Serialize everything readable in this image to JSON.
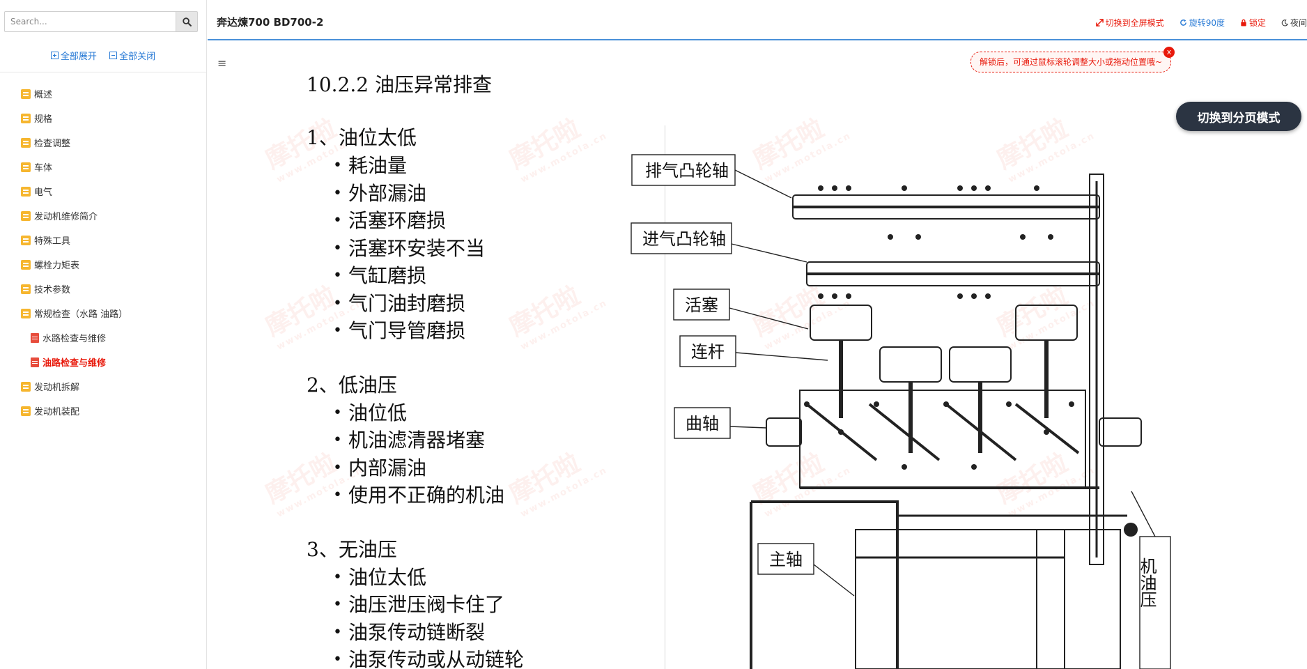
{
  "sidebar": {
    "search": {
      "placeholder": "Search..."
    },
    "expand_all": "全部展开",
    "collapse_all": "全部关闭",
    "items": [
      {
        "label": "概述",
        "type": "folder"
      },
      {
        "label": "规格",
        "type": "folder"
      },
      {
        "label": "检查调整",
        "type": "folder"
      },
      {
        "label": "车体",
        "type": "folder"
      },
      {
        "label": "电气",
        "type": "folder"
      },
      {
        "label": "发动机维修简介",
        "type": "folder"
      },
      {
        "label": "特殊工具",
        "type": "folder"
      },
      {
        "label": "螺栓力矩表",
        "type": "folder"
      },
      {
        "label": "技术参数",
        "type": "folder"
      },
      {
        "label": "常规检查（水路 油路）",
        "type": "folder"
      },
      {
        "label": "水路检查与维修",
        "type": "doc"
      },
      {
        "label": "油路检查与维修",
        "type": "doc",
        "active": true
      },
      {
        "label": "发动机拆解",
        "type": "folder"
      },
      {
        "label": "发动机装配",
        "type": "folder"
      }
    ]
  },
  "header": {
    "title": "奔达煉700 BD700-2",
    "tools": {
      "fullscreen": "切换到全屏模式",
      "rotate": "旋转90度",
      "lock": "锁定",
      "night": "夜间"
    }
  },
  "tooltip": {
    "text": "解锁后，可通过鼠标滚轮调整大小或拖动位置哦~",
    "close": "x"
  },
  "page_mode_button": "切换到分页模式",
  "document": {
    "heading": "10.2.2 油压异常排查",
    "sections": [
      {
        "title": "1、油位太低",
        "bullets": [
          "耗油量",
          "外部漏油",
          "活塞环磨损",
          "活塞环安装不当",
          "气缸磨损",
          "气门油封磨损",
          "气门导管磨损"
        ]
      },
      {
        "title": "2、低油压",
        "bullets": [
          "油位低",
          "机油滤清器堵塞",
          "内部漏油",
          "使用不正确的机油"
        ]
      },
      {
        "title": "3、无油压",
        "bullets": [
          "油位太低",
          "油压泄压阀卡住了",
          "油泵传动链断裂",
          "油泵传动或从动链轮"
        ]
      }
    ],
    "diagram_labels": {
      "exhaust_cam": "排气凸轮轴",
      "intake_cam": "进气凸轮轴",
      "piston": "活塞",
      "conrod": "连杆",
      "crank": "曲轴",
      "mainshaft": "主轴",
      "oil_pressure": "机油压"
    },
    "watermark": {
      "brand": "摩托啦",
      "url": "www.motola.cn"
    }
  },
  "colors": {
    "accent_blue": "#2a7bd6",
    "active_red": "#e8190b",
    "folder_yellow": "#f6b62f",
    "header_border": "#4a90d9",
    "dark_button": "#2b3442"
  }
}
